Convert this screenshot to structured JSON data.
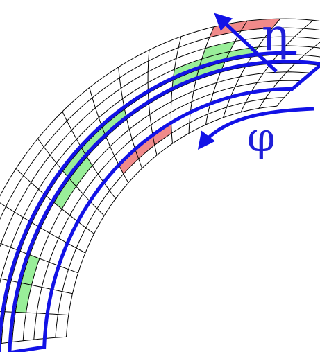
{
  "labels": {
    "eta": "η",
    "phi": "φ"
  },
  "grid": {
    "eta_cells": 10,
    "phi_cells": 17
  },
  "cells": {
    "green": [
      {
        "eta": 6,
        "phi": 3
      },
      {
        "eta": 5,
        "phi": 4
      },
      {
        "eta": 6,
        "phi": 4
      },
      {
        "eta": 7,
        "phi": 4
      },
      {
        "eta": 5,
        "phi": 5
      },
      {
        "eta": 6,
        "phi": 5
      },
      {
        "eta": 5,
        "phi": 8
      },
      {
        "eta": 5,
        "phi": 9
      },
      {
        "eta": 4,
        "phi": 10
      },
      {
        "eta": 5,
        "phi": 10
      },
      {
        "eta": 4,
        "phi": 11
      },
      {
        "eta": 4,
        "phi": 14
      },
      {
        "eta": 4,
        "phi": 15
      }
    ],
    "red": [
      {
        "eta": 1,
        "phi": 6
      },
      {
        "eta": 1,
        "phi": 7
      },
      {
        "eta": 1,
        "phi": 8
      },
      {
        "eta": 9,
        "phi": 3
      },
      {
        "eta": 9,
        "phi": 4
      }
    ]
  },
  "colors": {
    "grid_line": "#000000",
    "green_cell": "#99ee99",
    "red_cell": "#f08a8a",
    "outline": "#1212e6",
    "label": "#1f1fd8"
  }
}
